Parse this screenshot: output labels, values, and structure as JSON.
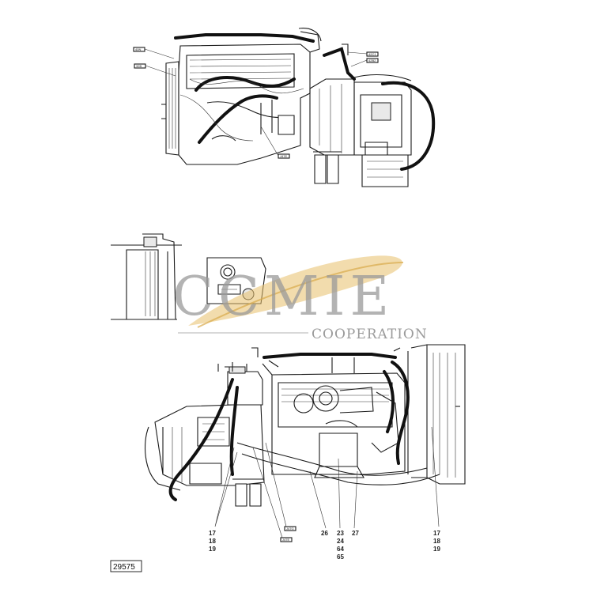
{
  "drawing_number": "29575",
  "watermark": {
    "brand": "CCMIE",
    "subtitle": "COOPERATION",
    "swoosh_color": "#e8c06a",
    "text_color": "#8a8a8a"
  },
  "top_view_tags": [
    {
      "id": "t1",
      "text": "40N"
    },
    {
      "id": "t2",
      "text": "32B"
    },
    {
      "id": "t3",
      "text": "42C1"
    },
    {
      "id": "t4",
      "text": "42B2"
    },
    {
      "id": "t5",
      "text": "J47E"
    }
  ],
  "bottom_view_tags": [
    {
      "id": "b1",
      "text": "J47G"
    },
    {
      "id": "b2",
      "text": "J47E"
    }
  ],
  "callouts": {
    "left_group": [
      "17",
      "18",
      "19"
    ],
    "center_26": [
      "26"
    ],
    "center_group": [
      "23",
      "24",
      "64",
      "65"
    ],
    "center_27": [
      "27"
    ],
    "right_group": [
      "17",
      "18",
      "19"
    ]
  }
}
